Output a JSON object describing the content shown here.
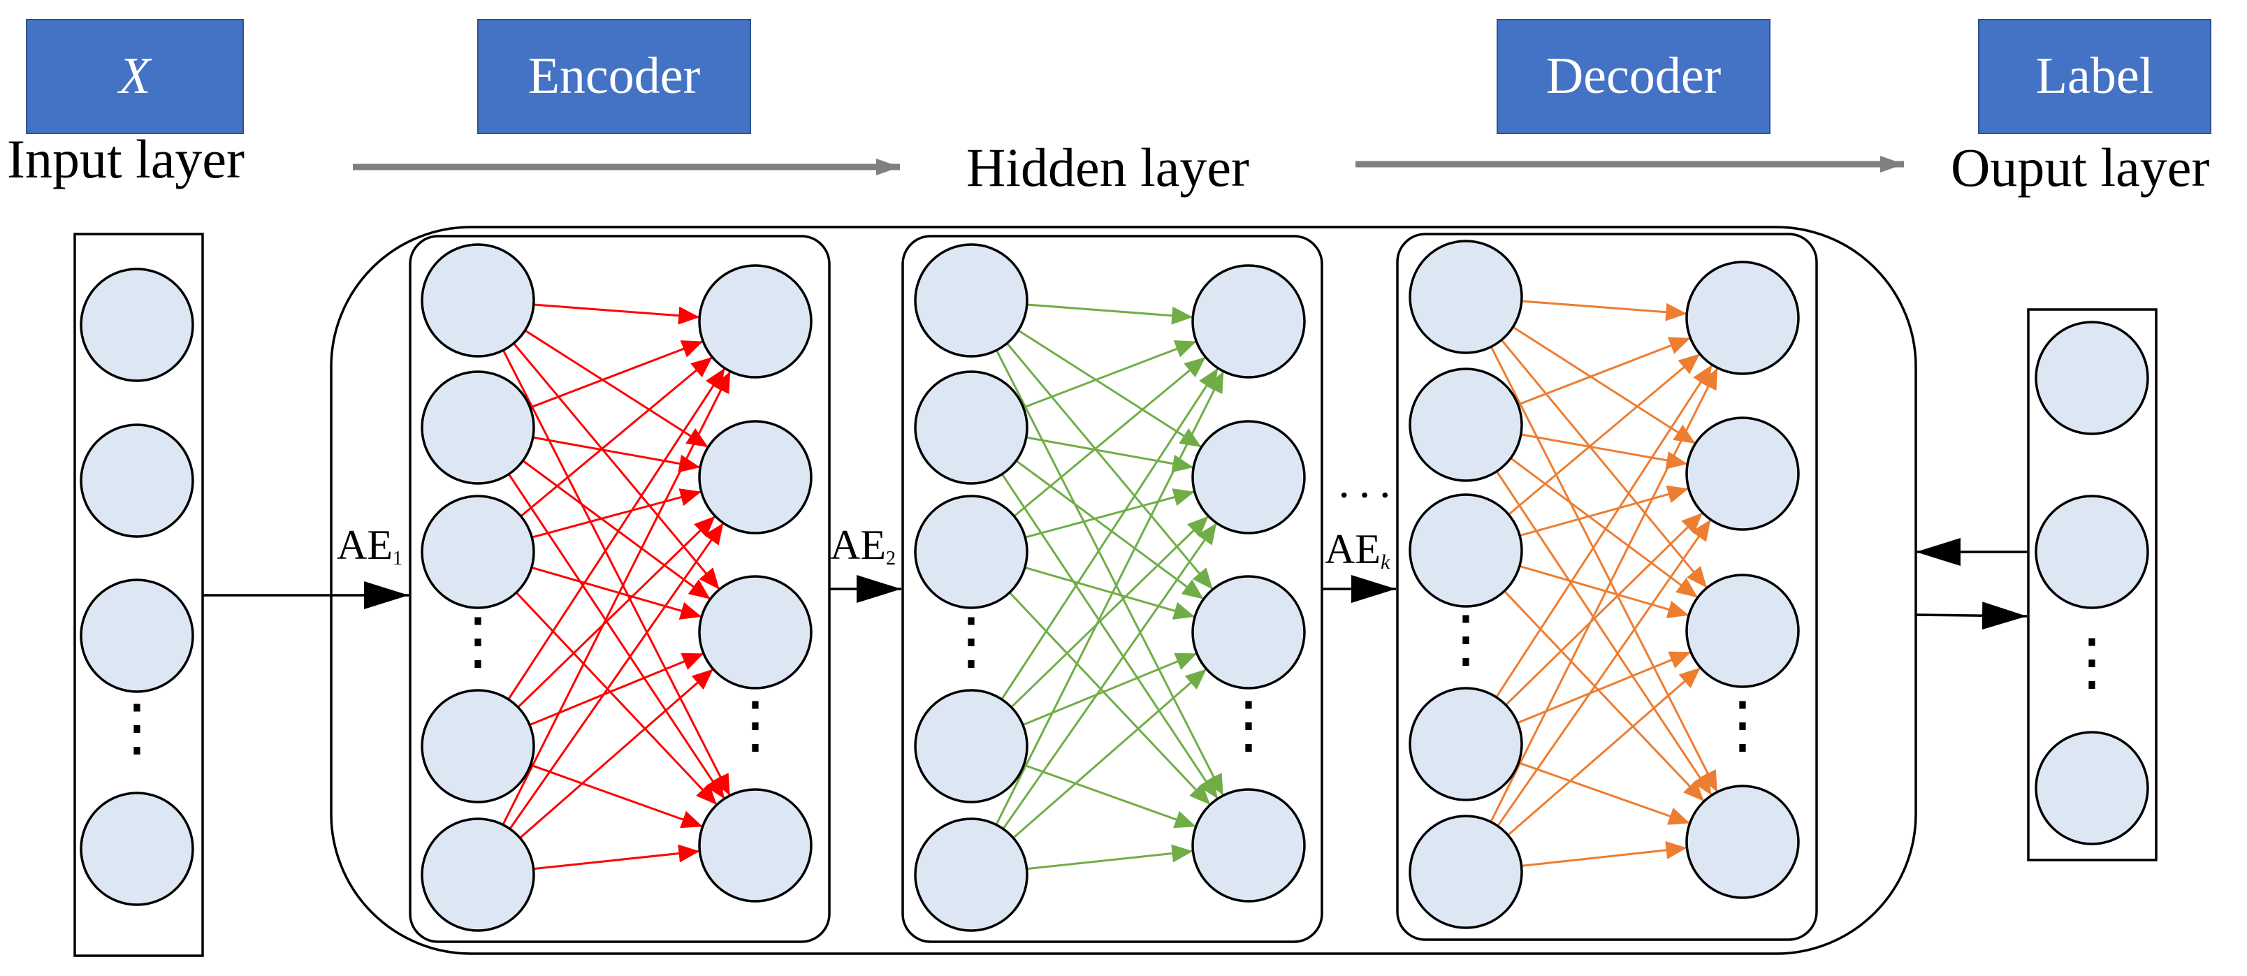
{
  "boxes": {
    "x": "X",
    "encoder": "Encoder",
    "decoder": "Decoder",
    "label": "Label"
  },
  "layer_labels": {
    "input": "Input layer",
    "hidden": "Hidden layer",
    "output": "Ouput layer"
  },
  "ae_labels": [
    {
      "base": "AE",
      "sub": "1"
    },
    {
      "base": "AE",
      "sub": "2"
    },
    {
      "base": "AE",
      "sub": "k"
    }
  ],
  "ellipsis": {
    "vertical": "⋮",
    "horizontal": "···"
  },
  "colors": {
    "box_fill": "#4472C4",
    "node_fill": "#DDE7F4",
    "ae1_edges": "#FF0000",
    "ae2_edges": "#70AD47",
    "aek_edges": "#ED7D31",
    "flow_arrows": "#7F7F7F"
  }
}
